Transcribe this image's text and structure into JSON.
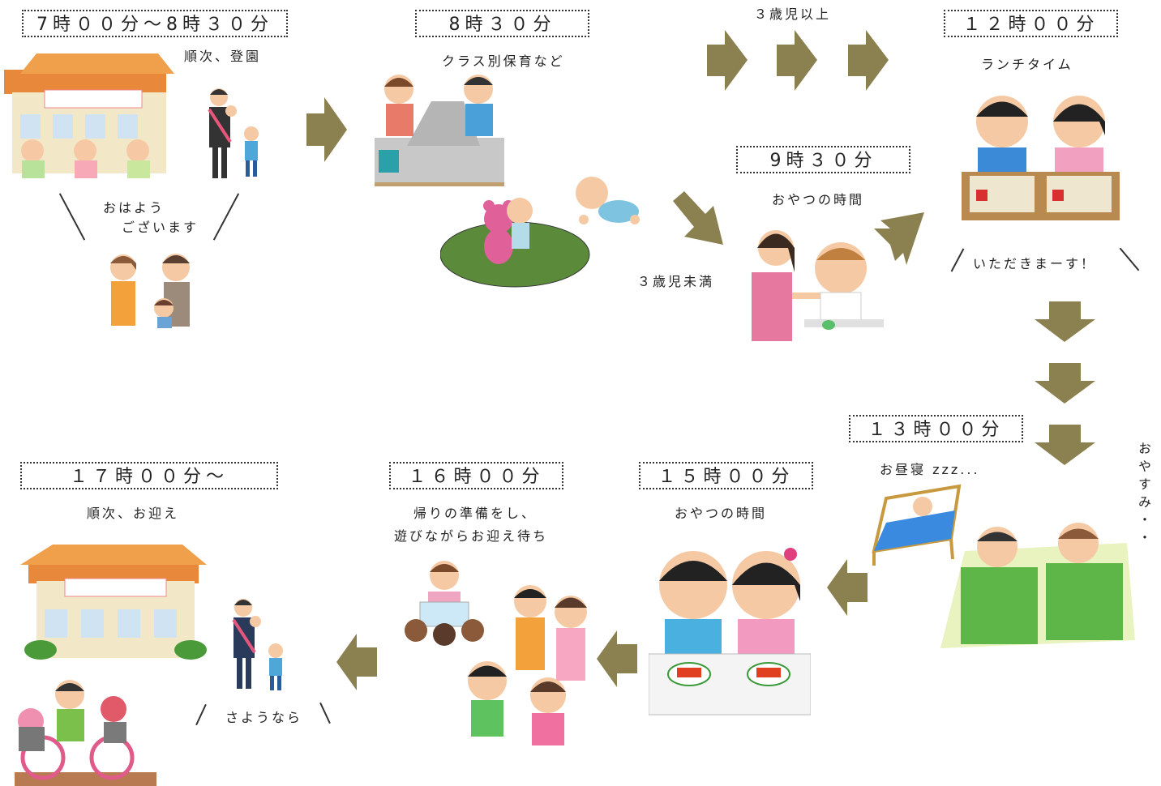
{
  "colors": {
    "arrow": "#8b8050",
    "text": "#222222"
  },
  "steps": {
    "s1": {
      "time": "7時００分～8時３０分",
      "caption": "順次、登園",
      "speech": "おはよう",
      "speech2": "ございます"
    },
    "s2": {
      "time": "8時３０分",
      "caption": "クラス別保育など"
    },
    "age_over3": "３歳児以上",
    "age_under3": "３歳児未満",
    "s3": {
      "time": "9時３０分",
      "caption": "おやつの時間"
    },
    "s4": {
      "time": "１２時００分",
      "caption": "ランチタイム",
      "speech": "いただきまーす！"
    },
    "s5": {
      "time": "１３時００分",
      "caption": "お昼寝 zzz...",
      "vertical": "おやすみ・・"
    },
    "s6": {
      "time": "１５時００分",
      "caption": "おやつの時間"
    },
    "s7": {
      "time": "１６時００分",
      "caption": "帰りの準備をし、",
      "caption2": "遊びながらお迎え待ち"
    },
    "s8": {
      "time": "１７時００分～",
      "caption": "順次、お迎え",
      "speech": "さようなら"
    }
  },
  "icons": [
    "nursery-building-icon",
    "parent-child-icon",
    "greeting-icon",
    "sandbox-icon",
    "baby-play-icon",
    "crawling-baby-icon",
    "feeding-icon",
    "lunch-icon",
    "crib-icon",
    "nap-icon",
    "snack-kids-icon",
    "teacher-reading-icon",
    "family-icon",
    "bicycle-icon"
  ]
}
